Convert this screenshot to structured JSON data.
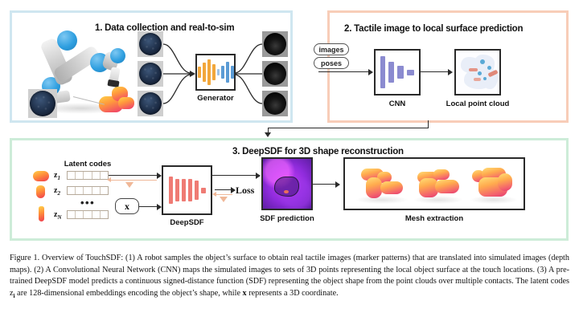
{
  "figure": {
    "panels": [
      {
        "id": "panel-1",
        "title": "1. Data collection and real-to-sim",
        "border_color": "#cfe6f0",
        "labels": {
          "generator": "Generator"
        },
        "real_tactile_count": 3,
        "sim_depth_count": 3
      },
      {
        "id": "panel-2",
        "title": "2. Tactile image to local surface prediction",
        "border_color": "#f8cdb8",
        "inputs": [
          "images",
          "poses"
        ],
        "labels": {
          "cnn": "CNN",
          "point_cloud": "Local point cloud"
        }
      },
      {
        "id": "panel-3",
        "title": "3. DeepSDF for 3D shape reconstruction",
        "border_color": "#cdecd8",
        "labels": {
          "latent_codes": "Latent codes",
          "deepsdf": "DeepSDF",
          "sdf_prediction": "SDF prediction",
          "mesh_extraction": "Mesh extraction",
          "loss": "Loss",
          "coordinate": "x"
        },
        "latent_rows": [
          {
            "symbol": "z",
            "index": "1"
          },
          {
            "symbol": "z",
            "index": "2"
          },
          {
            "symbol": "z",
            "index": "N"
          }
        ],
        "ellipsis": "•••",
        "mesh_views": 3
      }
    ],
    "caption": {
      "label": "Figure 1.",
      "text": "Overview of TouchSDF: (1) A robot samples the object’s surface to obtain real tactile images (marker patterns) that are translated into simulated images (depth maps). (2) A Convolutional Neural Network (CNN) maps the simulated images to sets of 3D points representing the local object surface at the touch locations. (3) A pre-trained DeepSDF model predicts a continuous signed-distance function (SDF) representing the object shape from the point clouds over multiple contacts. The latent codes z",
      "sub_i": "i",
      "text_2": " are 128-dimensional embeddings encoding the object’s shape, while ",
      "bold_x": "x",
      "text_3": " represents a 3D coordinate."
    },
    "colors": {
      "generator_encoder": "#f2a73b",
      "generator_decoder": "#5b9bd5",
      "cnn_bars": "#8b8bd0",
      "deepsdf_bars": "#ef7b74",
      "gradient_arrow": "#f0b898",
      "line": "#2a2a2a"
    }
  }
}
